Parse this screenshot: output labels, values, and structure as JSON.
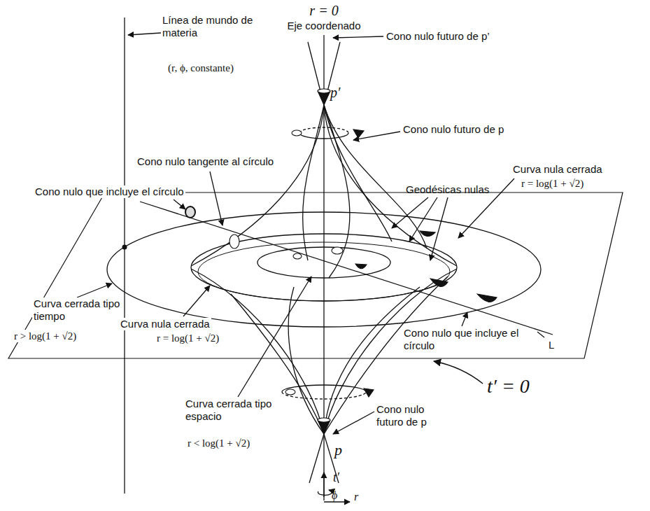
{
  "diagram": {
    "labels": [
      "r = 0",
      "Eje coordenado",
      "Línea de mundo de materia",
      "(r, ϕ, constante)",
      "Cono nulo futuro de p’",
      "p′",
      "Cono nulo futuro de p",
      "Cono nulo tangente al círculo",
      "Cono nulo que incluye el círculo",
      "Geodésicas nulas",
      "Curva nula cerrada",
      "r = log(1 + √2)",
      "Curva cerrada tipo tiempo",
      "r > log(1 + √2)",
      "Curva nula cerrada",
      "r = log(1 + √2)",
      "Cono nulo que incluye el círculo",
      "L",
      "t′ = 0",
      "Cono nulo futuro de p",
      "Curva cerrada tipo espacio",
      "r < log(1 + √2)",
      "p",
      "t′",
      "ϕ",
      "r"
    ]
  }
}
